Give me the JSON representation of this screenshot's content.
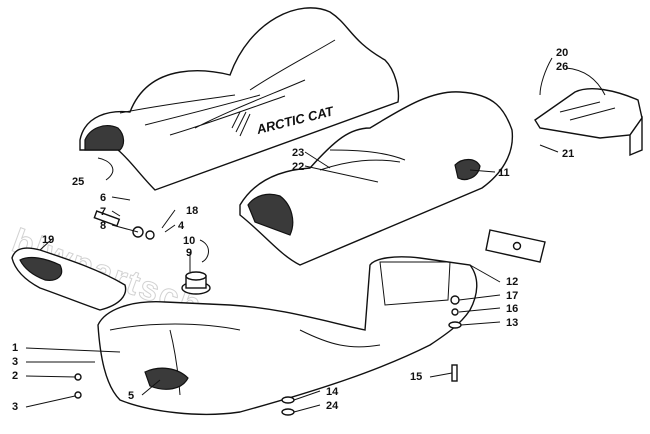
{
  "watermark": "blwpartsche.com",
  "brand_logo": "ARCTIC CAT",
  "callouts": [
    {
      "id": "c1",
      "text": "1"
    },
    {
      "id": "c2",
      "text": "2"
    },
    {
      "id": "c3a",
      "text": "3"
    },
    {
      "id": "c3b",
      "text": "3"
    },
    {
      "id": "c4",
      "text": "4"
    },
    {
      "id": "c5",
      "text": "5"
    },
    {
      "id": "c6",
      "text": "6"
    },
    {
      "id": "c7",
      "text": "7"
    },
    {
      "id": "c8",
      "text": "8"
    },
    {
      "id": "c9",
      "text": "9"
    },
    {
      "id": "c10",
      "text": "10"
    },
    {
      "id": "c11",
      "text": "11"
    },
    {
      "id": "c12",
      "text": "12"
    },
    {
      "id": "c13",
      "text": "13"
    },
    {
      "id": "c14",
      "text": "14"
    },
    {
      "id": "c15",
      "text": "15"
    },
    {
      "id": "c16",
      "text": "16"
    },
    {
      "id": "c17",
      "text": "17"
    },
    {
      "id": "c18",
      "text": "18"
    },
    {
      "id": "c19",
      "text": "19"
    },
    {
      "id": "c20",
      "text": "20"
    },
    {
      "id": "c21",
      "text": "21"
    },
    {
      "id": "c22",
      "text": "22"
    },
    {
      "id": "c23",
      "text": "23"
    },
    {
      "id": "c24",
      "text": "24"
    },
    {
      "id": "c25",
      "text": "25"
    },
    {
      "id": "c26",
      "text": "26"
    }
  ]
}
